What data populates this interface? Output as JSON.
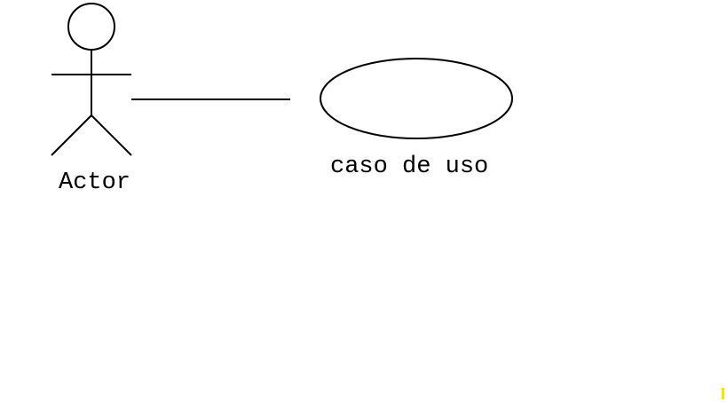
{
  "diagram": {
    "actor": {
      "label": "Actor"
    },
    "use_case": {
      "label": "caso de uso"
    },
    "association": {
      "from": "Actor",
      "to": "caso de uso"
    }
  },
  "colors": {
    "stroke": "#000000",
    "background": "#ffffff",
    "cursor_marker": "#f5e400"
  }
}
